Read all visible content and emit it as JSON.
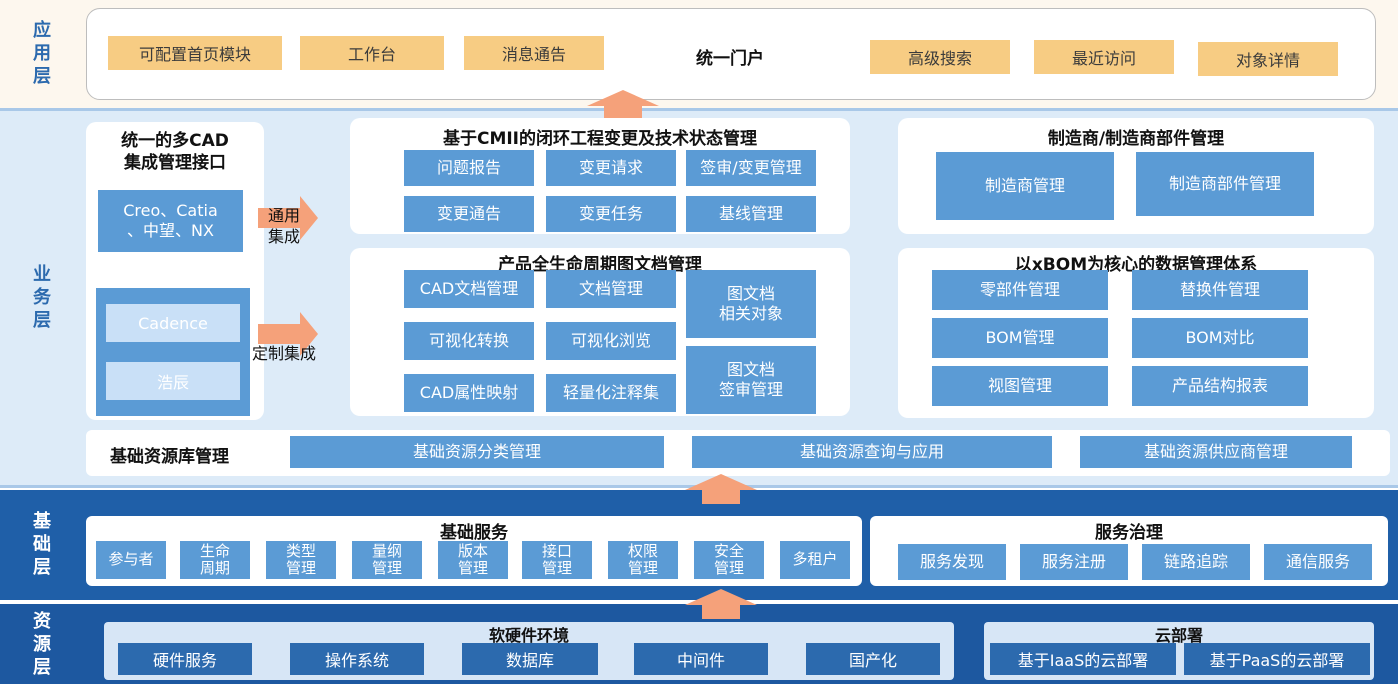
{
  "layers": {
    "app": "应用层",
    "business": "业务层",
    "foundation": "基础层",
    "resource": "资源层"
  },
  "app_layer": {
    "items_left": [
      "可配置首页模块",
      "工作台",
      "消息通告"
    ],
    "center_title": "统一门户",
    "items_right": [
      "高级搜索",
      "最近访问",
      "对象详情"
    ]
  },
  "cad": {
    "title_line1": "统一的多CAD",
    "title_line2": "集成管理接口",
    "generic_box_line1": "Creo、Catia",
    "generic_box_line2": "、中望、NX",
    "generic_label_line1": "通用",
    "generic_label_line2": "集成",
    "custom_items": [
      "Cadence",
      "浩辰"
    ],
    "custom_label": "定制集成"
  },
  "change": {
    "title": "基于CMII的闭环工程变更及技术状态管理",
    "items": [
      "问题报告",
      "变更请求",
      "签审/变更管理",
      "变更通告",
      "变更任务",
      "基线管理"
    ]
  },
  "manufacturer": {
    "title": "制造商/制造商部件管理",
    "items": [
      "制造商管理",
      "制造商部件管理"
    ]
  },
  "document": {
    "title": "产品全生命周期图文档管理",
    "items": [
      "CAD文档管理",
      "文档管理",
      "可视化转换",
      "可视化浏览",
      "CAD属性映射",
      "轻量化注释集"
    ],
    "tall_items": [
      {
        "line1": "图文档",
        "line2": "相关对象"
      },
      {
        "line1": "图文档",
        "line2": "签审管理"
      }
    ]
  },
  "xbom": {
    "title": "以xBOM为核心的数据管理体系",
    "items": [
      "零部件管理",
      "替换件管理",
      "BOM管理",
      "BOM对比",
      "视图管理",
      "产品结构报表"
    ]
  },
  "base_resource": {
    "title": "基础资源库管理",
    "items": [
      "基础资源分类管理",
      "基础资源查询与应用",
      "基础资源供应商管理"
    ]
  },
  "basic_services": {
    "title": "基础服务",
    "items": [
      {
        "line1": "参与者",
        "line2": ""
      },
      {
        "line1": "生命",
        "line2": "周期"
      },
      {
        "line1": "类型",
        "line2": "管理"
      },
      {
        "line1": "量纲",
        "line2": "管理"
      },
      {
        "line1": "版本",
        "line2": "管理"
      },
      {
        "line1": "接口",
        "line2": "管理"
      },
      {
        "line1": "权限",
        "line2": "管理"
      },
      {
        "line1": "安全",
        "line2": "管理"
      },
      {
        "line1": "多租户",
        "line2": ""
      }
    ]
  },
  "governance": {
    "title": "服务治理",
    "items": [
      "服务发现",
      "服务注册",
      "链路追踪",
      "通信服务"
    ]
  },
  "environment": {
    "title": "软硬件环境",
    "items": [
      "硬件服务",
      "操作系统",
      "数据库",
      "中间件",
      "国产化"
    ]
  },
  "cloud": {
    "title": "云部署",
    "items": [
      "基于IaaS的云部署",
      "基于PaaS的云部署"
    ]
  },
  "colors": {
    "box_blue": "#5b9bd5",
    "dark_blue": "#2c6aae",
    "orange_box": "#f7cc83",
    "arrow": "#f5a17a"
  }
}
